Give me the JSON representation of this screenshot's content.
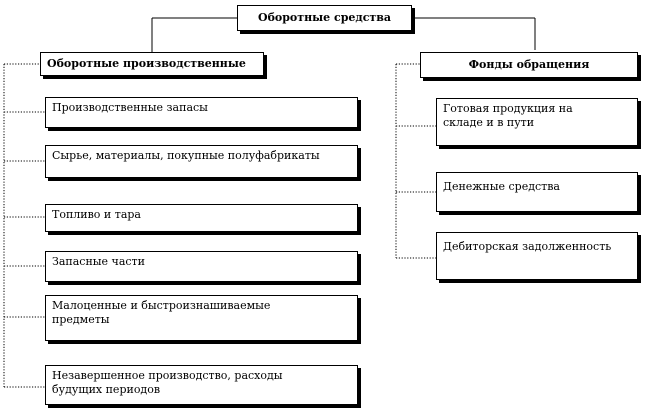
{
  "diagram": {
    "root": {
      "label": "Оборотные средства"
    },
    "left_branch": {
      "label": "Оборотные производственные",
      "items": [
        {
          "label": "Производственные запасы"
        },
        {
          "label": "Сырье, материалы, покупные полуфабрикаты"
        },
        {
          "label": "Топливо и тара"
        },
        {
          "label": "Запасные части"
        },
        {
          "label": "Малоценные и быстроизнашиваемые предметы"
        },
        {
          "label": "Незавершенное производство, расходы будущих периодов"
        }
      ]
    },
    "right_branch": {
      "label": "Фонды обращения",
      "items": [
        {
          "label": "Готовая продукция на складе и в пути"
        },
        {
          "label": "Денежные средства"
        },
        {
          "label": "Дебиторская задолженность"
        }
      ]
    }
  }
}
